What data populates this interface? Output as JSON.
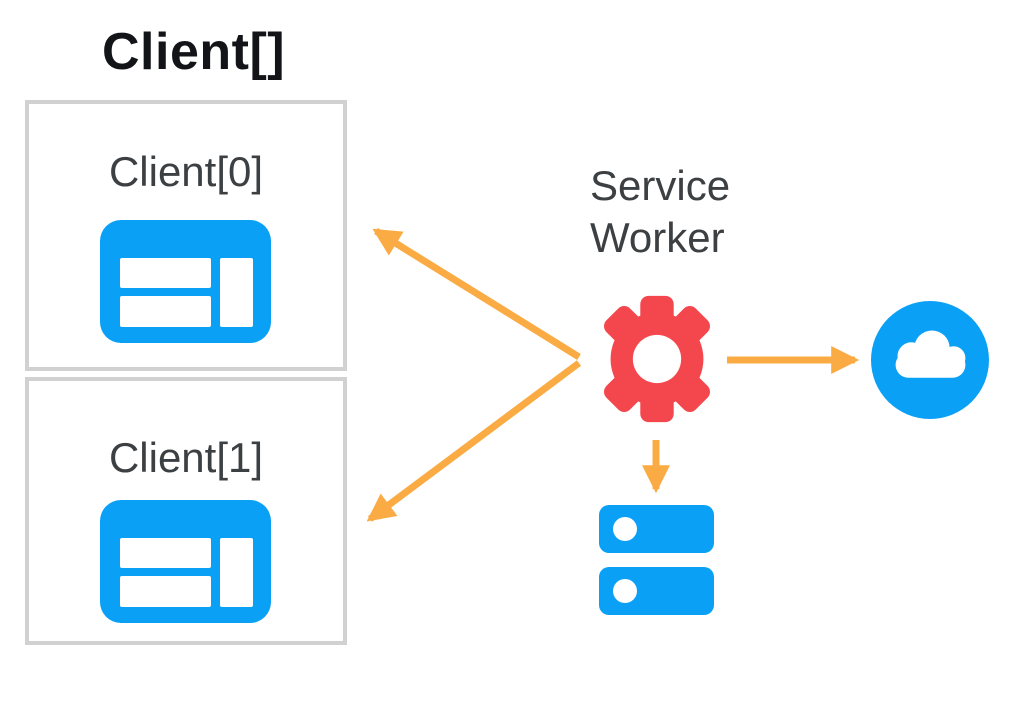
{
  "diagram": {
    "group_title": "Client[]",
    "clients": [
      {
        "label": "Client[0]",
        "icon": "browser-window-icon"
      },
      {
        "label": "Client[1]",
        "icon": "browser-window-icon"
      }
    ],
    "service_worker": {
      "label_line1": "Service",
      "label_line2": "Worker",
      "icon": "gear-icon"
    },
    "network": {
      "icon": "cloud-icon"
    },
    "storage": {
      "icon": "storage-stack-icon"
    },
    "arrows": [
      {
        "from": "service-worker",
        "to": "client-0"
      },
      {
        "from": "service-worker",
        "to": "client-1"
      },
      {
        "from": "service-worker",
        "to": "cloud"
      },
      {
        "from": "service-worker",
        "to": "storage"
      }
    ],
    "colors": {
      "blue": "#0AA0F6",
      "red": "#F4474D",
      "orange": "#FAAB44",
      "box_border": "#D1D1D1",
      "label_text": "#3C4043",
      "title_text": "#121418"
    }
  }
}
